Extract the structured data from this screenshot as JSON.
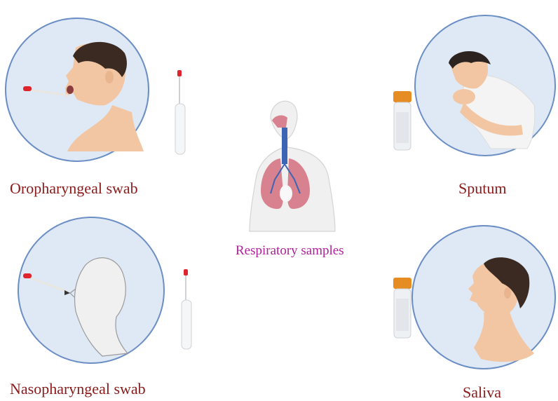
{
  "diagram": {
    "center_label": "Respiratory samples",
    "samples": [
      {
        "id": "oropharyngeal",
        "label": "Oropharyngeal swab",
        "container": "swab-tube"
      },
      {
        "id": "sputum",
        "label": "Sputum",
        "container": "sample-cup"
      },
      {
        "id": "nasopharyngeal",
        "label": "Nasopharyngeal swab",
        "container": "swab-tube"
      },
      {
        "id": "saliva",
        "label": "Saliva",
        "container": "sample-cup"
      }
    ]
  },
  "colors": {
    "circle_fill": "#dfe9f6",
    "circle_stroke": "#6b8ec5",
    "label_color": "#8b1a1a",
    "center_label_color": "#b0209b",
    "skin": "#f2c6a2",
    "hair": "#3a2a22",
    "lungs": "#d9828f",
    "trachea": "#3d64b4",
    "swab_tip": "#e0242e",
    "cap_orange": "#e58c22"
  }
}
